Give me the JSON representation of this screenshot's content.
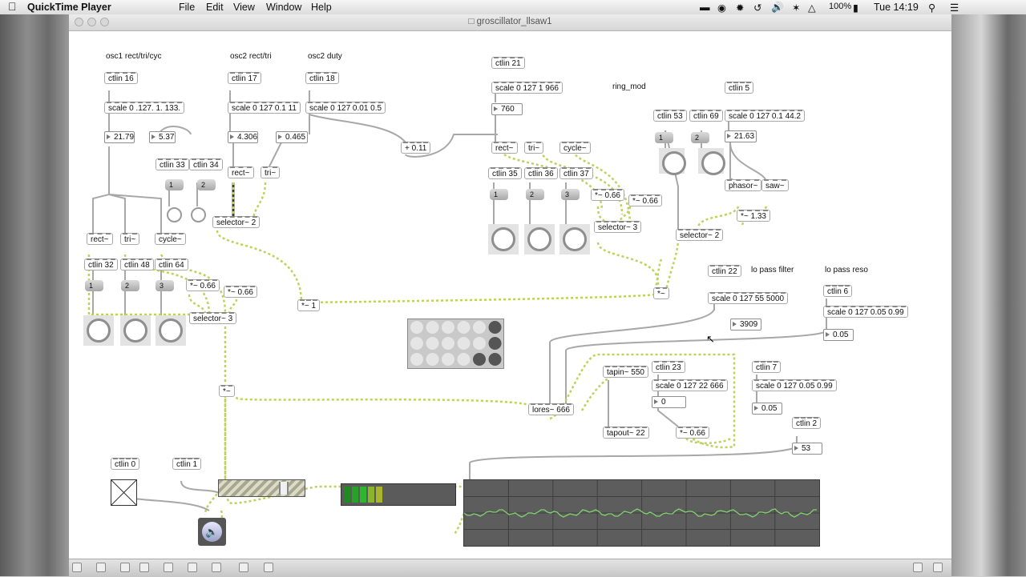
{
  "menubar": {
    "app": "QuickTime Player",
    "menus": [
      "File",
      "Edit",
      "View",
      "Window",
      "Help"
    ],
    "battery": "100%",
    "clock": "Tue 14:19"
  },
  "window": {
    "title": "groscillator_llsaw1"
  },
  "comments": {
    "osc1": "osc1 rect/tri/cyc",
    "osc2": "osc2 rect/tri",
    "duty": "osc2 duty",
    "ring": "ring_mod",
    "lpf": "lo pass filter",
    "reso": "lo pass reso"
  },
  "objects": {
    "ctlin16": "ctlin 16",
    "ctlin17": "ctlin 17",
    "ctlin18": "ctlin 18",
    "scale1": "scale 0 .127. 1. 133.",
    "scale2": "scale 0 127 0.1 11",
    "scale3": "scale 0 127 0.01 0.5",
    "ctlin33": "ctlin 33",
    "ctlin34": "ctlin 34",
    "rect1": "rect~",
    "tri1": "tri~",
    "sel2a": "selector~ 2",
    "plus011": "+ 0.11",
    "rect2": "rect~",
    "tri2": "tri~",
    "cycle2": "cycle~",
    "ctlin32": "ctlin 32",
    "ctlin48": "ctlin 48",
    "ctlin64": "ctlin 64",
    "mul066a": "*~ 0.66",
    "mul066b": "*~ 0.66",
    "sel3a": "selector~ 3",
    "mul1": "*~ 1",
    "mulA": "*~",
    "ctlin21": "ctlin 21",
    "scale4": "scale 0 127 1 966",
    "rect3": "rect~",
    "tri3": "tri~",
    "cycle3": "cycle~",
    "ctlin35": "ctlin 35",
    "ctlin36": "ctlin 36",
    "ctlin37": "ctlin 37",
    "mul066c": "*~ 0.66",
    "mul066d": "*~ 0.66",
    "sel3b": "selector~ 3",
    "ctlin53": "ctlin 53",
    "ctlin69": "ctlin 69",
    "ctlin5": "ctlin 5",
    "scale5": "scale 0 127 0.1 44.2",
    "phasor": "phasor~",
    "saw": "saw~",
    "mul133": "*~ 1.33",
    "sel2b": "selector~ 2",
    "mulB": "*~",
    "ctlin22": "ctlin 22",
    "scale6": "scale 0 127 55 5000",
    "ctlin6": "ctlin 6",
    "scale7": "scale 0 127 0.05 0.99",
    "lores": "lores~ 666",
    "tapin": "tapin~ 550",
    "tapout": "tapout~ 22",
    "ctlin23": "ctlin 23",
    "scale8": "scale 0 127 22 666",
    "mul066e": "*~ 0.66",
    "ctlin7": "ctlin 7",
    "scale9": "scale 0 127 0.05 0.99",
    "ctlin2": "ctlin 2",
    "ctlin0": "ctlin 0",
    "ctlin1": "ctlin 1"
  },
  "numbers": {
    "n2179": "21.79",
    "n537": "5.37",
    "n4306": "4.306",
    "n0465": "0.465",
    "n760": "760",
    "n2163": "21.63",
    "n3909": "3909",
    "n005a": "0.05",
    "n0": "0",
    "n005b": "0.05",
    "n53": "53"
  },
  "messages": {
    "m1": "1",
    "m2": "2",
    "m3": "3"
  },
  "scope": {
    "color": "#7fd36b"
  },
  "meter": {
    "level": 0.45
  }
}
